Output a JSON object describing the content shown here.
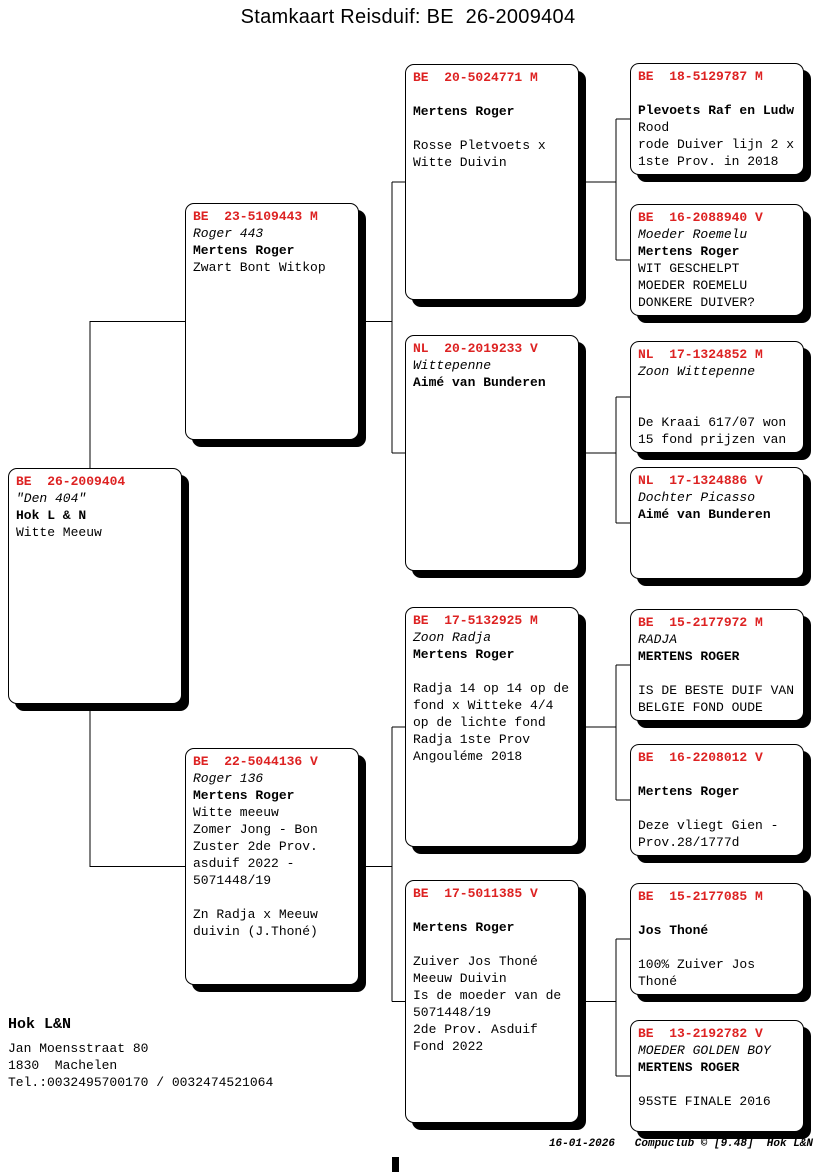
{
  "title": "Stamkaart Reisduif: BE  26-2009404",
  "colors": {
    "ring_red": "#dd2222",
    "line_black": "#000000"
  },
  "boxes": {
    "subject": {
      "ring": "BE  26-2009404",
      "name": "\"Den 404\"",
      "fancier": "Hok L & N",
      "info": [
        "Witte Meeuw"
      ]
    },
    "sire": {
      "ring": "BE  23-5109443 M",
      "name": "Roger 443",
      "fancier": "Mertens Roger",
      "info": [
        "Zwart Bont Witkop"
      ]
    },
    "dam": {
      "ring": "BE  22-5044136 V",
      "name": "Roger 136",
      "fancier": "Mertens Roger",
      "info": [
        "Witte meeuw",
        "Zomer Jong - Bon",
        "Zuster 2de Prov.",
        "asduif 2022 -",
        "5071448/19",
        "",
        "Zn Radja x Meeuw",
        "duivin (J.Thoné)"
      ]
    },
    "sire_sire": {
      "ring": "BE  20-5024771 M",
      "name": "",
      "fancier": "Mertens Roger",
      "info": [
        "",
        "Rosse Pletvoets x",
        "Witte Duivin"
      ]
    },
    "sire_dam": {
      "ring": "NL  20-2019233 V",
      "name": "Wittepenne",
      "fancier": "Aimé van Bunderen",
      "info": []
    },
    "dam_sire": {
      "ring": "BE  17-5132925 M",
      "name": "Zoon Radja",
      "fancier": "Mertens Roger",
      "info": [
        "",
        "Radja 14 op 14 op de",
        "fond x Witteke 4/4",
        "op de lichte fond",
        "Radja 1ste Prov",
        "Angouléme 2018"
      ]
    },
    "dam_dam": {
      "ring": "BE  17-5011385 V",
      "name": "",
      "fancier": "Mertens Roger",
      "info": [
        "",
        "Zuiver Jos Thoné",
        "Meeuw Duivin",
        "Is de moeder van de",
        "5071448/19",
        "2de Prov. Asduif",
        "Fond 2022"
      ]
    },
    "sire_sire_sire": {
      "ring": "BE  18-5129787 M",
      "name": "",
      "fancier": "Plevoets Raf en Ludw",
      "info": [
        "Rood",
        "rode Duiver lijn 2 x",
        "1ste Prov. in 2018"
      ]
    },
    "sire_sire_dam": {
      "ring": "BE  16-2088940 V",
      "name": "Moeder Roemelu",
      "fancier": "Mertens Roger",
      "info": [
        "WIT GESCHELPT",
        "MOEDER ROEMELU",
        "DONKERE DUIVER?"
      ]
    },
    "sire_dam_sire": {
      "ring": "NL  17-1324852 M",
      "name": "Zoon Wittepenne",
      "fancier": "",
      "info": [
        "",
        "De Kraai 617/07 won",
        "15 fond prijzen van"
      ]
    },
    "sire_dam_dam": {
      "ring": "NL  17-1324886 V",
      "name": "Dochter Picasso",
      "fancier": "Aimé van Bunderen",
      "info": []
    },
    "dam_sire_sire": {
      "ring": "BE  15-2177972 M",
      "name": "RADJA",
      "fancier": "MERTENS ROGER",
      "info": [
        "",
        "IS DE BESTE DUIF VAN",
        "BELGIE FOND OUDE"
      ]
    },
    "dam_sire_dam": {
      "ring": "BE  16-2208012 V",
      "name": "",
      "fancier": "Mertens Roger",
      "info": [
        "",
        "Deze vliegt Gien -",
        "Prov.28/1777d"
      ]
    },
    "dam_dam_sire": {
      "ring": "BE  15-2177085 M",
      "name": "",
      "fancier": "Jos Thoné",
      "info": [
        "",
        "100% Zuiver Jos",
        "Thoné"
      ]
    },
    "dam_dam_dam": {
      "ring": "BE  13-2192782 V",
      "name": "MOEDER GOLDEN BOY",
      "fancier": "MERTENS ROGER",
      "info": [
        "",
        "95STE FINALE 2016"
      ]
    }
  },
  "footer": {
    "loft": "Hok L&N",
    "address_line1": "Jan Moensstraat 80",
    "address_line2": "1830  Machelen",
    "phone": "Tel.:0032495700170 / 0032474521064",
    "credit": "16-01-2026   Compuclub © [9.48]  Hok L&N"
  }
}
